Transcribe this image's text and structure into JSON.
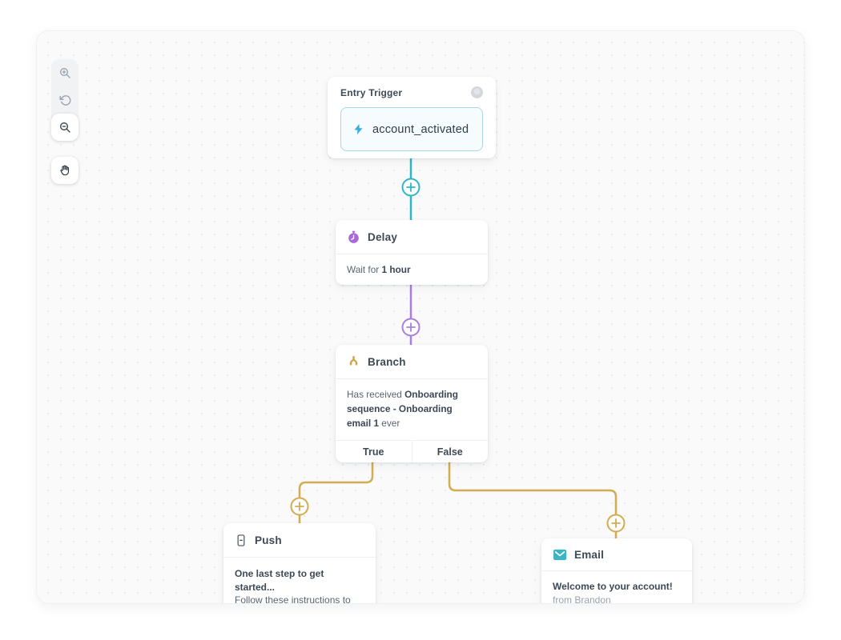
{
  "toolbar": {
    "zoom_in": "zoom in",
    "undo": "undo",
    "zoom_out": "zoom out",
    "pan": "pan"
  },
  "nodes": {
    "entry_trigger": {
      "title": "Entry Trigger",
      "event": "account_activated"
    },
    "delay": {
      "title": "Delay",
      "body_prefix": "Wait for ",
      "body_bold": "1 hour"
    },
    "branch": {
      "title": "Branch",
      "body_prefix": "Has received ",
      "body_bold": "Onboarding sequence - Onboarding email 1",
      "body_suffix": " ever",
      "true_label": "True",
      "false_label": "False"
    },
    "push": {
      "title": "Push",
      "line1": "One last step to get started...",
      "line2": "Follow these instructions to complete your onboarding."
    },
    "email": {
      "title": "Email",
      "subject": "Welcome to your account!",
      "from": "from Brandon"
    }
  },
  "colors": {
    "teal": "#2fb6c6",
    "purple": "#a97ee0",
    "gold": "#d3ab52",
    "lightning_blue": "#35aede"
  }
}
